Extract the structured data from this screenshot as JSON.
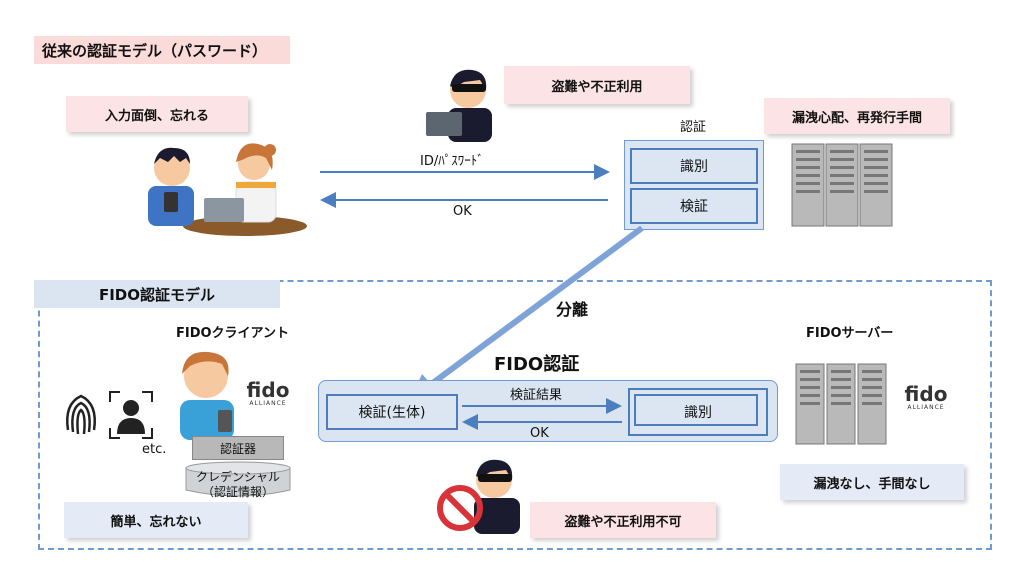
{
  "legacy": {
    "title": "従来の認証モデル（パスワード）",
    "user_issue": "入力面倒、忘れる",
    "attacker_issue": "盗難や不正利用",
    "server_issue": "漏洩心配、再発行手間",
    "auth_group_label": "認証",
    "identify_label": "識別",
    "verify_label": "検証",
    "arrow_request": "ID/ﾊﾟｽﾜｰﾄﾞ",
    "arrow_response": "OK"
  },
  "separation_label": "分離",
  "fido": {
    "title": "FIDO認証モデル",
    "client_label": "FIDOクライアント",
    "server_label": "FIDOサーバー",
    "center_title": "FIDO認証",
    "verify_bio_label": "検証(生体)",
    "identify_label": "識別",
    "arrow_result": "検証結果",
    "arrow_ok": "OK",
    "authenticator_label": "認証器",
    "credential_line1": "クレデンシャル",
    "credential_line2": "（認証情報）",
    "etc_label": "etc.",
    "user_benefit": "簡単、忘れない",
    "attacker_benefit": "盗難や不正利用不可",
    "server_benefit": "漏洩なし、手間なし",
    "logo_text": "fido",
    "logo_subtext": "ALLIANCE"
  },
  "colors": {
    "arrow_blue": "#4a7ebf",
    "big_arrow": "#7ea3d8",
    "dashed_border": "#6f9bd1",
    "pink": "#fce4e6",
    "blue_label": "#e4ebf6"
  }
}
